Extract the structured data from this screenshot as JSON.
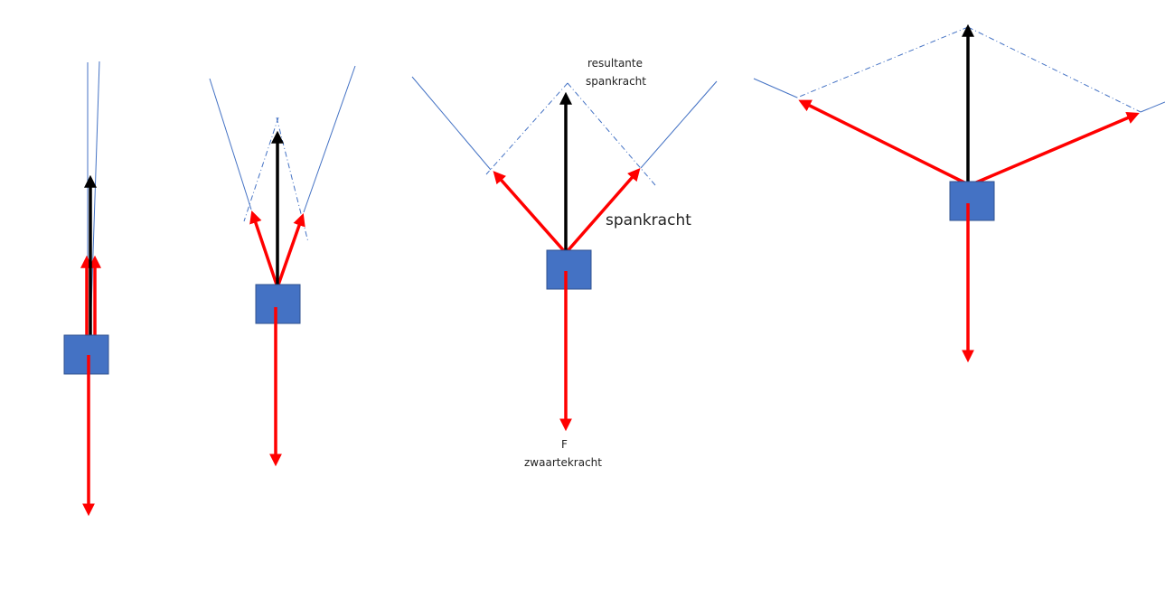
{
  "labels": {
    "resultant_line1": "resultante",
    "resultant_line2": "spankracht",
    "tension": "spankracht",
    "gravity_symbol": "F",
    "gravity_name": "zwaartekracht"
  },
  "colors": {
    "block": "#4472C4",
    "rope": "#4472C4",
    "force": "#FF0000",
    "resultant": "#000000"
  }
}
